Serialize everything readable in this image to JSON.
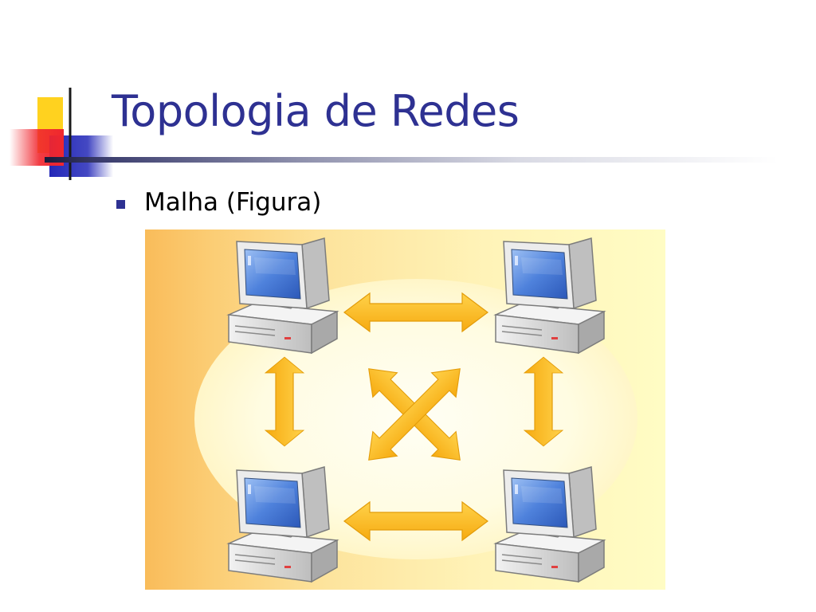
{
  "slide": {
    "title": "Topologia de Redes",
    "bullet": "Malha (Figura)"
  },
  "colors": {
    "title": "#2e3192",
    "bullet_marker": "#2e3192",
    "deco_yellow": "#ffd21f",
    "deco_red": "#f0262e",
    "deco_blue": "#2328b8",
    "figure_background_left": "#f9bc5a",
    "figure_background_right": "#fffcc4",
    "figure_ellipse": "#fffde8",
    "arrow_fill": "#fbbd1e",
    "screen_blue": "#3d6fd6"
  },
  "figure": {
    "nodes": [
      {
        "id": "top-left",
        "icon": "desktop-computer-icon"
      },
      {
        "id": "top-right",
        "icon": "desktop-computer-icon"
      },
      {
        "id": "bottom-left",
        "icon": "desktop-computer-icon"
      },
      {
        "id": "bottom-right",
        "icon": "desktop-computer-icon"
      }
    ],
    "links": [
      {
        "from": "top-left",
        "to": "top-right",
        "icon": "double-arrow-icon"
      },
      {
        "from": "bottom-left",
        "to": "bottom-right",
        "icon": "double-arrow-icon"
      },
      {
        "from": "top-left",
        "to": "bottom-left",
        "icon": "double-arrow-icon"
      },
      {
        "from": "top-right",
        "to": "bottom-right",
        "icon": "double-arrow-icon"
      },
      {
        "from": "top-left",
        "to": "bottom-right",
        "icon": "double-arrow-icon"
      },
      {
        "from": "top-right",
        "to": "bottom-left",
        "icon": "double-arrow-icon"
      }
    ]
  }
}
